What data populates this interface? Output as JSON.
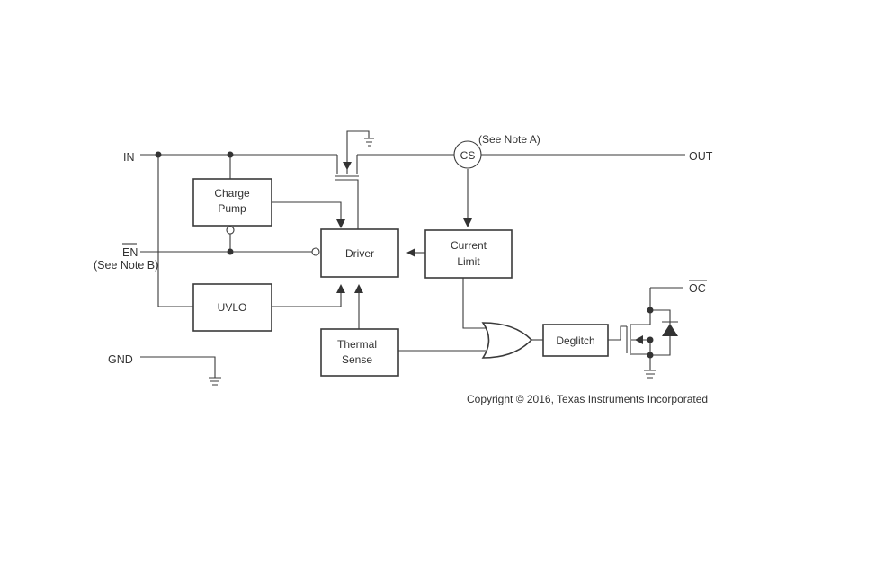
{
  "pins": {
    "in": "IN",
    "out": "OUT",
    "en": "EN",
    "en_note": "(See Note B)",
    "gnd": "GND",
    "oc": "OC"
  },
  "blocks": {
    "charge_pump": [
      "Charge",
      "Pump"
    ],
    "driver": "Driver",
    "current_limit": [
      "Current",
      "Limit"
    ],
    "uvlo": "UVLO",
    "thermal_sense": [
      "Thermal",
      "Sense"
    ],
    "deglitch": "Deglitch"
  },
  "current_sense": {
    "label": "CS",
    "note": "(See Note A)"
  },
  "copyright": "Copyright © 2016, Texas Instruments Incorporated"
}
